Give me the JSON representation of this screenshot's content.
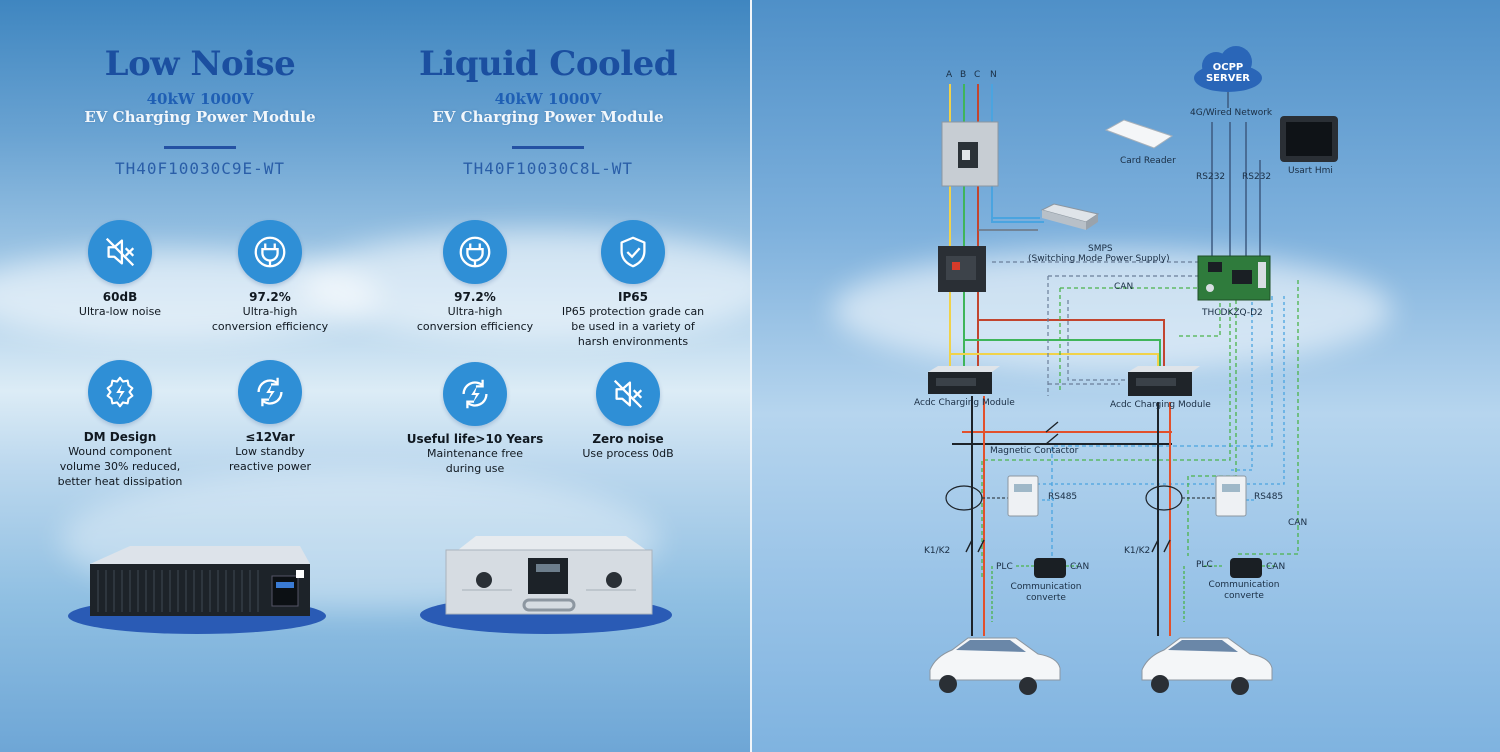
{
  "left": {
    "products": [
      {
        "title": "Low Noise",
        "spec": "40kW 1000V",
        "subtitle": "EV Charging Power Module",
        "model": "TH40F10030C9E-WT",
        "features": [
          {
            "icon": "mute-speaker-icon",
            "head": "60dB",
            "desc": [
              "Ultra-low noise"
            ]
          },
          {
            "icon": "plug-icon",
            "head": "97.2%",
            "desc": [
              "Ultra-high",
              "conversion efficiency"
            ]
          },
          {
            "icon": "gear-lightning-icon",
            "head": "DM Design",
            "desc": [
              "Wound component",
              "volume 30% reduced,",
              "better heat dissipation"
            ]
          },
          {
            "icon": "refresh-lightning-icon",
            "head": "≤12Var",
            "desc": [
              "Low standby",
              "reactive power"
            ]
          }
        ]
      },
      {
        "title": "Liquid Cooled",
        "spec": "40kW 1000V",
        "subtitle": "EV Charging Power Module",
        "model": "TH40F10030C8L-WT",
        "features": [
          {
            "icon": "plug-icon",
            "head": "97.2%",
            "desc": [
              "Ultra-high",
              "conversion efficiency"
            ]
          },
          {
            "icon": "shield-check-icon",
            "head": "IP65",
            "desc": [
              "IP65 protection grade can",
              "be used in a variety of",
              "harsh environments"
            ]
          },
          {
            "icon": "refresh-lightning-icon",
            "head": "Useful life>10 Years",
            "desc": [
              "Maintenance free",
              "during use"
            ]
          },
          {
            "icon": "mute-speaker-icon",
            "head": "Zero noise",
            "desc": [
              "Use process 0dB"
            ]
          }
        ]
      }
    ]
  },
  "diagram": {
    "phases": [
      "A",
      "B",
      "C",
      "N"
    ],
    "ocpp": [
      "OCPP",
      "SERVER"
    ],
    "network": "4G/Wired Network",
    "card_reader": "Card Reader",
    "rs232_a": "RS232",
    "rs232_b": "RS232",
    "usart": "Usart Hmi",
    "smps": "SMPS",
    "smps_full": "(Switching Mode Power Supply)",
    "can_main": "CAN",
    "controller": "THCDKZQ-D2",
    "acdc_left": "Acdc Charging Module",
    "acdc_right": "Acdc Charging Module",
    "magnetic": "Magnetic Contactor",
    "rs485_left": "RS485",
    "rs485_right": "RS485",
    "can_side": "CAN",
    "k_left": "K1/K2",
    "k_right": "K1/K2",
    "plc_left": "PLC",
    "plc_right": "PLC",
    "can_left": "CAN",
    "can_right": "CAN",
    "comm_left": [
      "Communication",
      "converte"
    ],
    "comm_right": [
      "Communication",
      "converte"
    ]
  }
}
